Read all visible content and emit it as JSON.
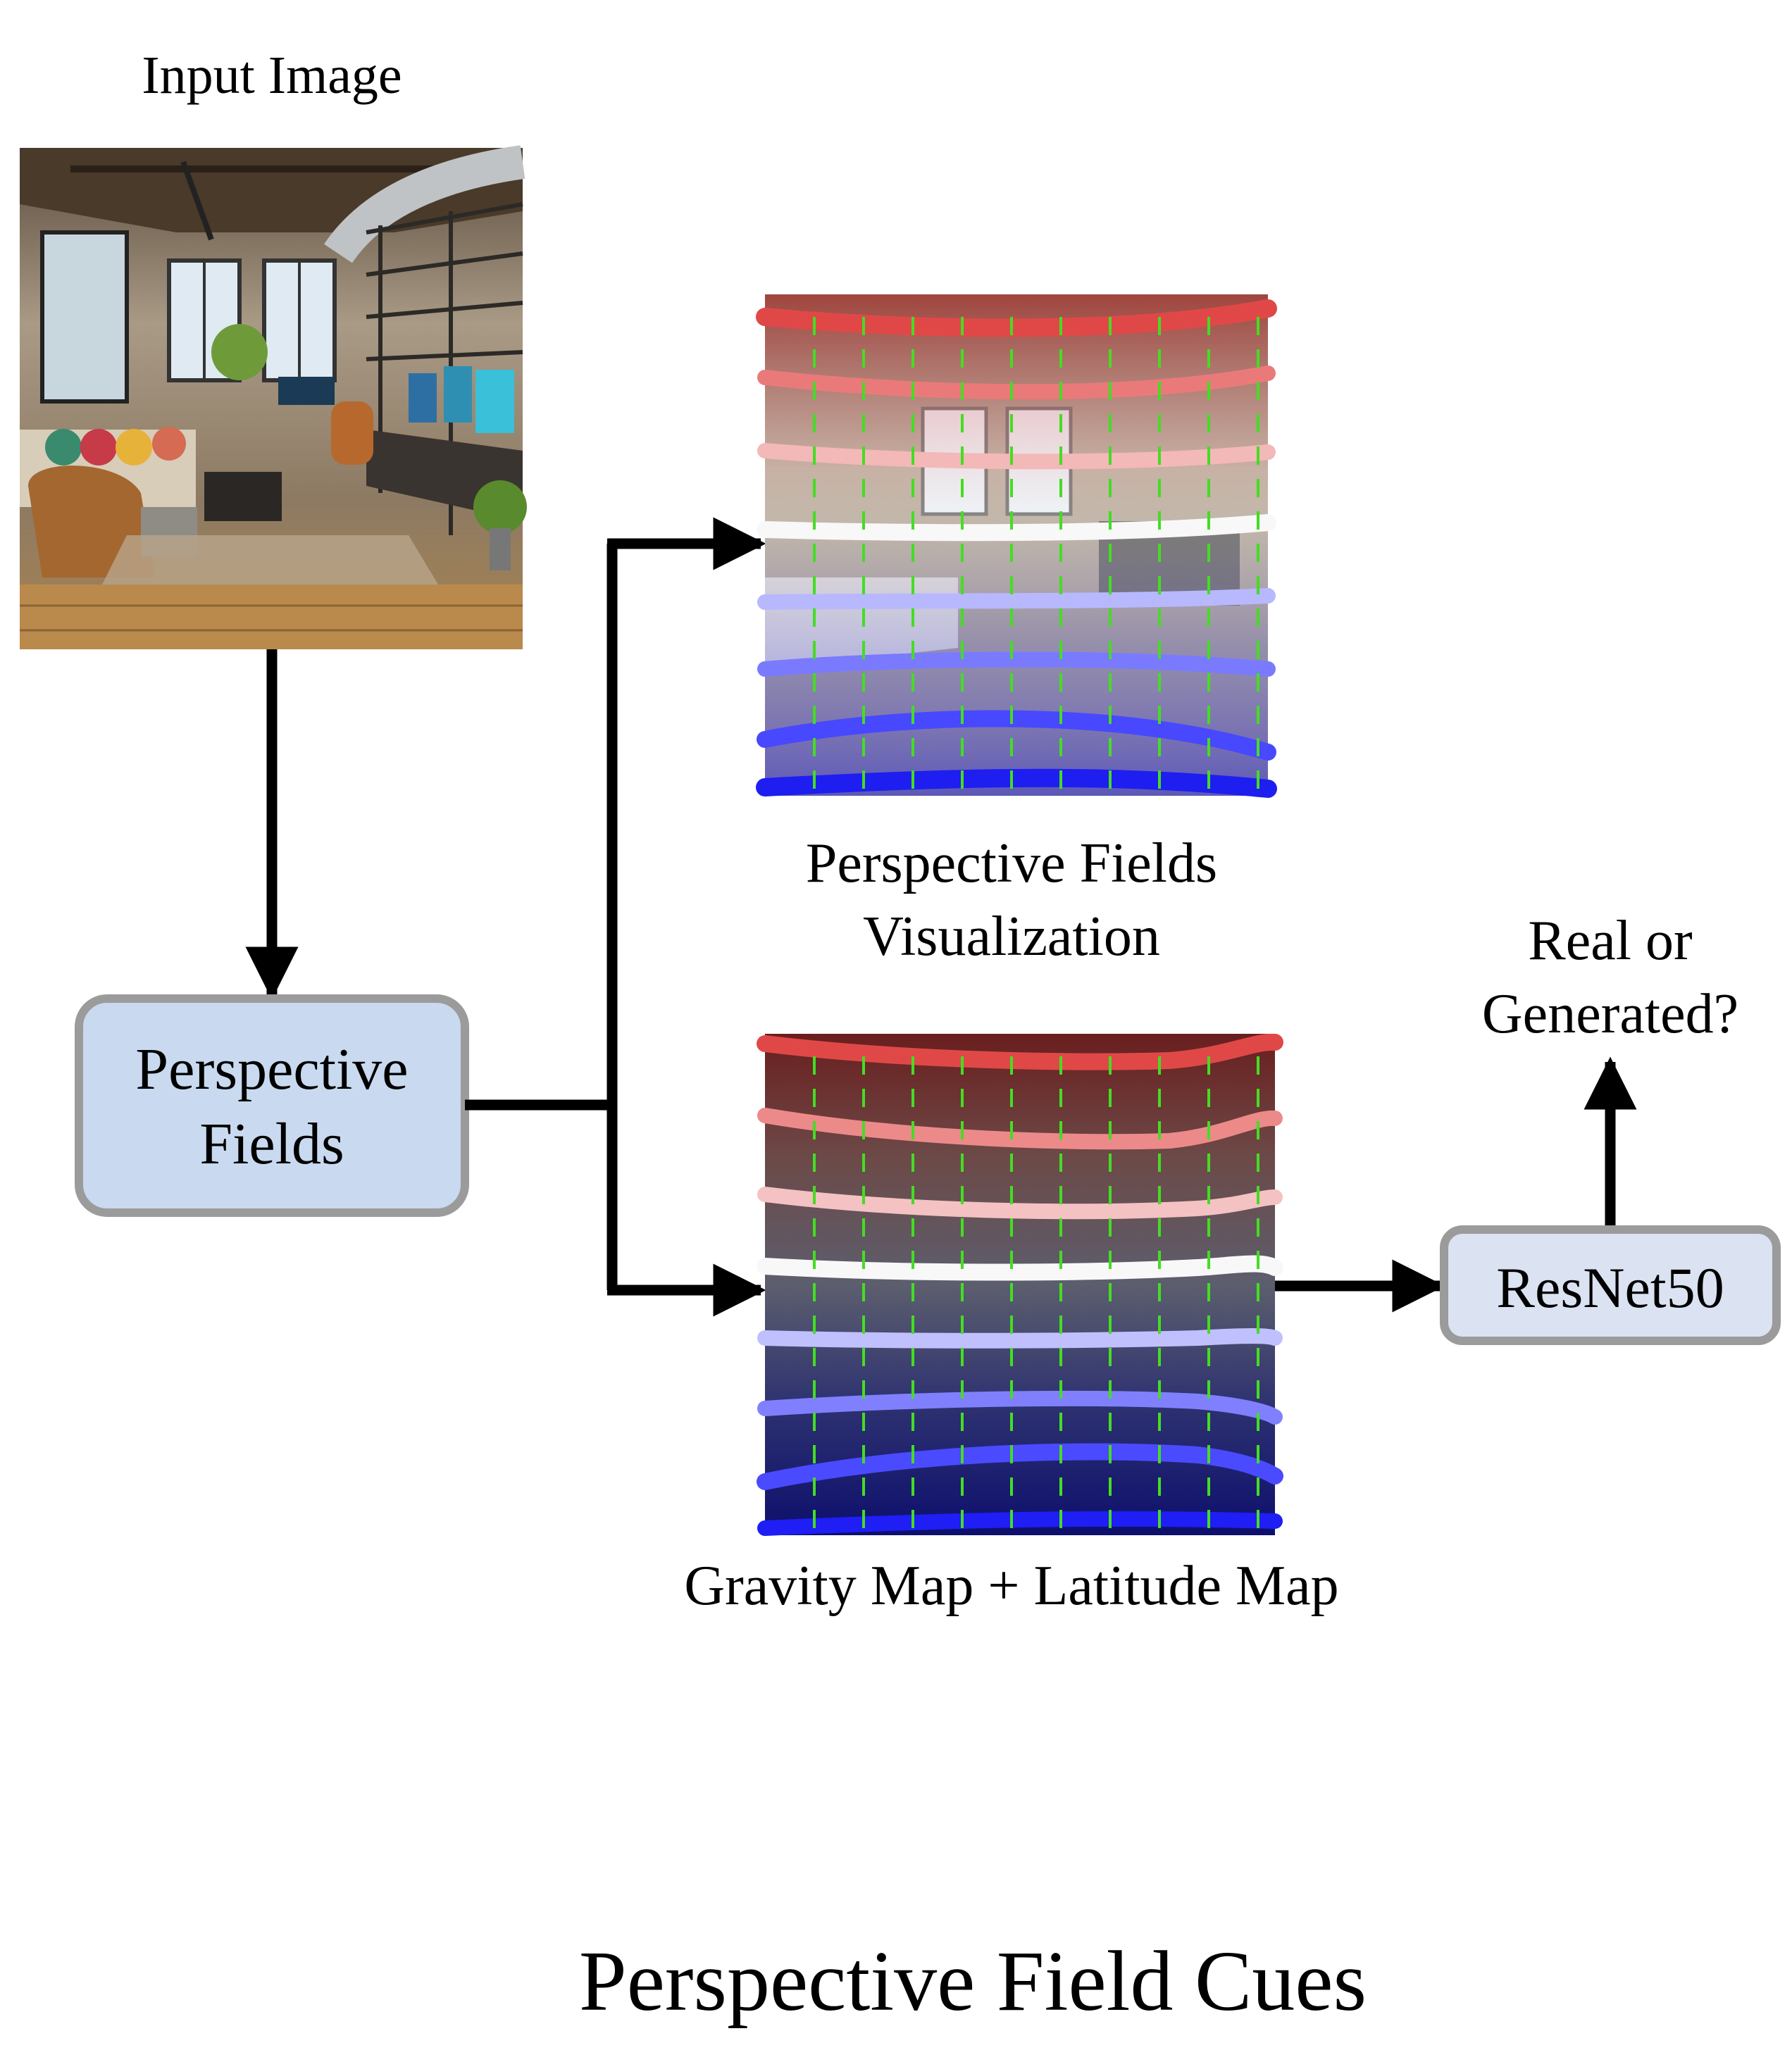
{
  "input": {
    "label": "Input Image"
  },
  "perspective_fields_box": {
    "line1": "Perspective",
    "line2": "Fields"
  },
  "visualization": {
    "line1": "Perspective Fields",
    "line2": "Visualization"
  },
  "gravity_latitude": {
    "label": "Gravity Map + Latitude Map"
  },
  "classifier": {
    "label": "ResNet50"
  },
  "output": {
    "line1": "Real or",
    "line2": "Generated?"
  },
  "footer": {
    "title": "Perspective Field Cues"
  },
  "colors": {
    "box_fill": "#c9d9ef",
    "box_stroke": "#9b9b9b",
    "resnet_fill": "#dbe2f1",
    "arrow": "#000000",
    "gravity_arrow": "#44dd22",
    "latitude_top": "#e0383a",
    "latitude_mid": "#f4f4f4",
    "latitude_bottom": "#2020ee"
  },
  "icons": {
    "input_photo": "loft-office-interior-photo-icon",
    "overlay": "perspective-field-overlay-icon",
    "maps": "gravity-latitude-map-icon"
  }
}
